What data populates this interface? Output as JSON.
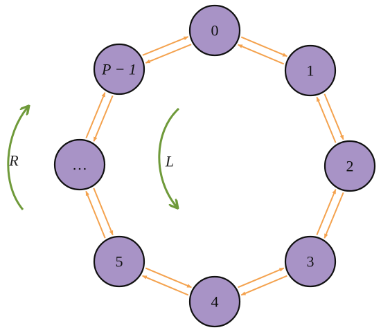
{
  "diagram": {
    "nodes": [
      {
        "id": "n0",
        "label": "0"
      },
      {
        "id": "n1",
        "label": "1"
      },
      {
        "id": "n2",
        "label": "2"
      },
      {
        "id": "n3",
        "label": "3"
      },
      {
        "id": "n4",
        "label": "4"
      },
      {
        "id": "n5",
        "label": "5"
      },
      {
        "id": "ndots",
        "label": "…"
      },
      {
        "id": "np1",
        "label": "P − 1"
      }
    ],
    "rotations": {
      "right_label": "R",
      "left_label": "L"
    },
    "colors": {
      "node_fill": "#a893c6",
      "node_stroke": "#111111",
      "edge": "#f4a24e",
      "rotation_arrow": "#6f9a3a"
    }
  }
}
